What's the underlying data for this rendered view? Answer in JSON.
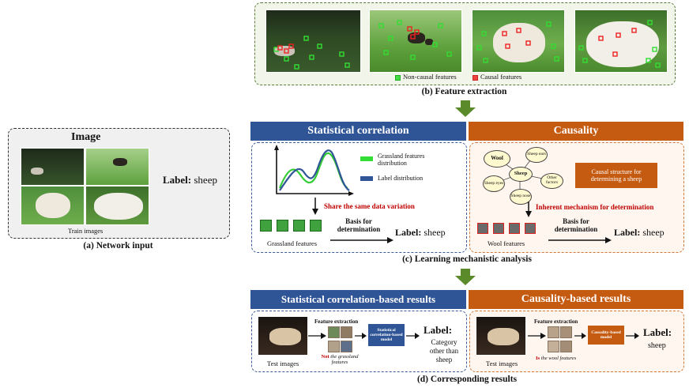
{
  "panel_b": {
    "legend_noncausal": "Non-causal features",
    "legend_causal": "Causal features",
    "caption": "(b) Feature extraction"
  },
  "panel_a": {
    "title": "Image",
    "label_key": "Label:",
    "label_value": "sheep",
    "sub": "Train images",
    "caption": "(a) Network input"
  },
  "panel_c": {
    "stat_header": "Statistical correlation",
    "caus_header": "Causality",
    "legend_grass": "Grassland features distribution",
    "legend_label": "Label distribution",
    "share": "Share the same data variation",
    "grass_features": "Grassland features",
    "basis": "Basis for determination",
    "label_key": "Label:",
    "label_value": "sheep",
    "causal_box": "Causal structure for determining a sheep",
    "inherent": "Inherent mechanism for determination",
    "wool_features": "Wool features",
    "nodes": {
      "wool": "Wool",
      "sheep": "Sheep",
      "ears": "Sheep ears",
      "eyes": "Sheep eyes",
      "nose": "Sheep nose",
      "other": "Other factors"
    },
    "caption": "(c) Learning mechanistic analysis"
  },
  "panel_d": {
    "stat_header": "Statistical correlation-based results",
    "caus_header": "Causality-based results",
    "feature_extraction": "Feature extraction",
    "stat_model": "Statistical correlation-based model",
    "caus_model": "Causality-based model",
    "test_images": "Test images",
    "not_word": "Not",
    "not_rest": "the grassland features",
    "is_word": "Is",
    "is_rest": "the wool features",
    "label_key": "Label:",
    "stat_label_value": "Category other than sheep",
    "caus_label_value": "sheep",
    "caption": "(d) Corresponding results"
  },
  "colors": {
    "blue_header": "#2f5597",
    "orange_header": "#c55a11",
    "green_arrow": "#5b8a2a",
    "grass_line": "#33cc33",
    "label_line": "#2f5597",
    "causal_red": "#cc0000"
  }
}
